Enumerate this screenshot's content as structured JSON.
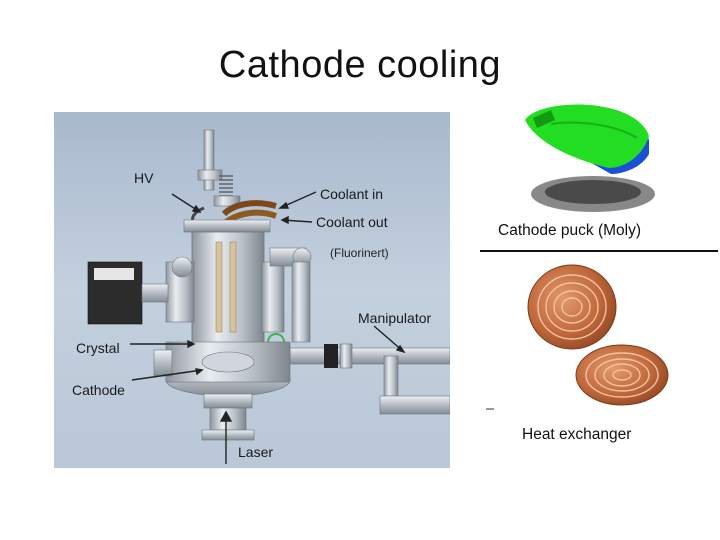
{
  "slide": {
    "title": "Cathode cooling"
  },
  "figure_labels": {
    "hv": "HV",
    "coolant_in": "Coolant in",
    "coolant_out": "Coolant out",
    "fluorinert": "(Fluorinert)",
    "manipulator": "Manipulator",
    "crystal": "Crystal",
    "cathode": "Cathode",
    "laser": "Laser"
  },
  "captions": {
    "puck": "Cathode puck (Moly)",
    "heat_exchanger": "Heat  exchanger"
  },
  "colors": {
    "figure_background": "#b7c6d8",
    "puck_green": "#22dd22",
    "puck_blue": "#1a4fd6",
    "copper": "#c0683a"
  }
}
